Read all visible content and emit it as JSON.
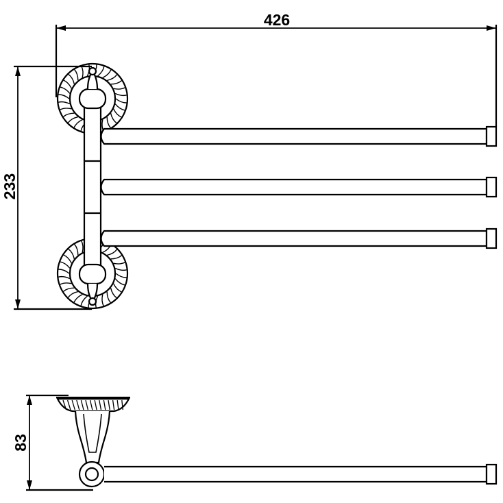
{
  "drawing": {
    "stroke_color": "#000000",
    "background": "#ffffff"
  },
  "dimensions": {
    "overall_width": "426",
    "overall_height": "233",
    "side_depth": "83"
  }
}
